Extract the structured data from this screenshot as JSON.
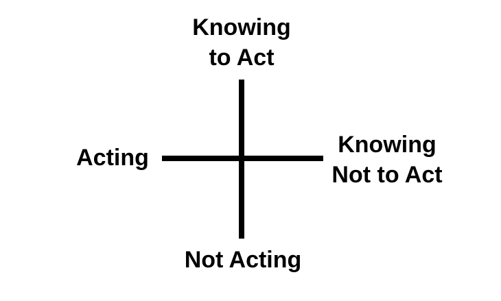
{
  "diagram": {
    "top_label": "Knowing\nto Act",
    "left_label": "Acting",
    "right_label": "Knowing\nNot to Act",
    "bottom_label": "Not Acting"
  },
  "colors": {
    "background": "#ffffff",
    "axis": "#000000",
    "text": "#000000"
  }
}
